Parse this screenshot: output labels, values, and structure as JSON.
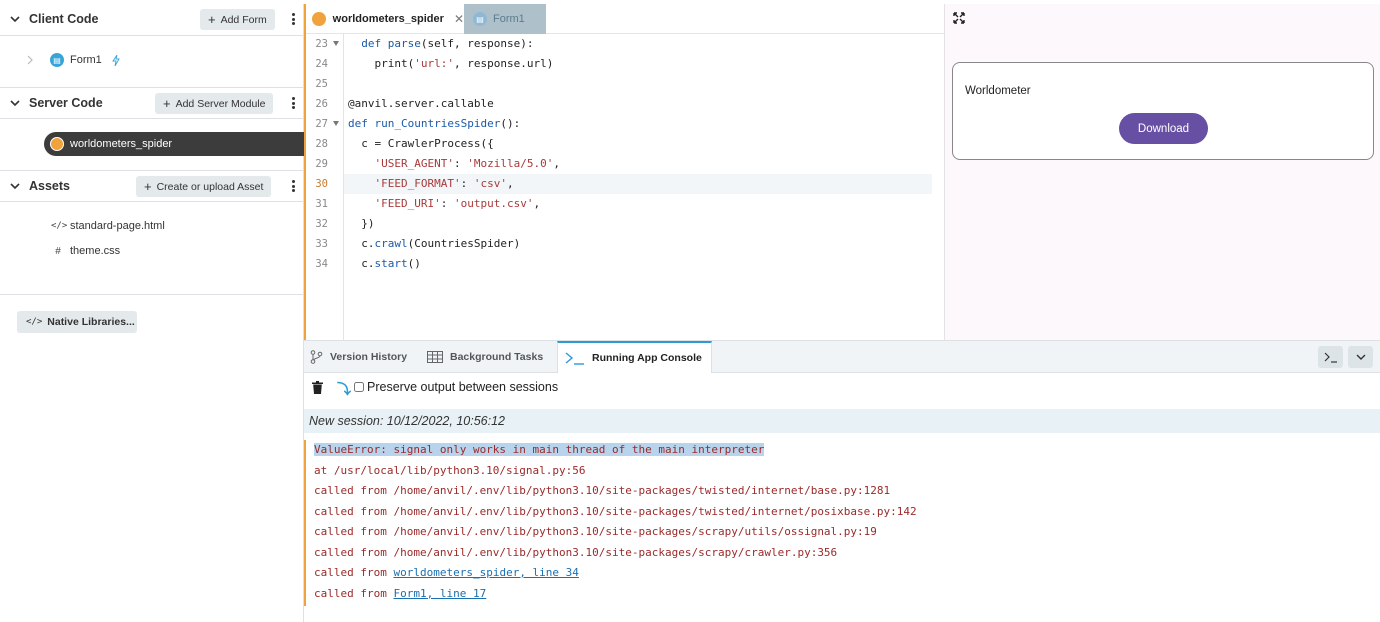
{
  "sidebar": {
    "client_code": {
      "title": "Client Code",
      "add_label": "Add Form",
      "items": [
        {
          "label": "Form1"
        }
      ]
    },
    "server_code": {
      "title": "Server Code",
      "add_label": "Add Server Module",
      "items": [
        {
          "label": "worldometers_spider"
        }
      ]
    },
    "assets": {
      "title": "Assets",
      "add_label": "Create or upload Asset",
      "items": [
        {
          "label": "standard-page.html",
          "icon": "code-icon"
        },
        {
          "label": "theme.css",
          "icon": "hash-icon"
        }
      ]
    },
    "native_label": "Native Libraries..."
  },
  "editor": {
    "tabs": [
      {
        "label": "worldometers_spider",
        "active": true
      },
      {
        "label": "Form1",
        "active": false
      }
    ],
    "lines": [
      {
        "n": "23",
        "text": "  def parse(self, response):"
      },
      {
        "n": "24",
        "text": "    print('url:', response.url)"
      },
      {
        "n": "25",
        "text": ""
      },
      {
        "n": "26",
        "text": "@anvil.server.callable"
      },
      {
        "n": "27",
        "text": "def run_CountriesSpider():"
      },
      {
        "n": "28",
        "text": "  c = CrawlerProcess({"
      },
      {
        "n": "29",
        "text": "    'USER_AGENT': 'Mozilla/5.0',"
      },
      {
        "n": "30",
        "text": "    'FEED_FORMAT': 'csv',"
      },
      {
        "n": "31",
        "text": "    'FEED_URI': 'output.csv',"
      },
      {
        "n": "32",
        "text": "  })"
      },
      {
        "n": "33",
        "text": "  c.crawl(CountriesSpider)"
      },
      {
        "n": "34",
        "text": "  c.start()"
      }
    ]
  },
  "preview": {
    "label": "Worldometer",
    "button": "Download",
    "button_color": "#6750a4"
  },
  "bottom": {
    "tabs": [
      {
        "label": "Version History",
        "icon": "branch-icon"
      },
      {
        "label": "Background Tasks",
        "icon": "table-icon"
      },
      {
        "label": "Running App Console",
        "icon": "terminal-icon",
        "active": true
      }
    ],
    "preserve_label": "Preserve output between sessions",
    "preserve_checked": false,
    "session": "New session: 10/12/2022, 10:56:12",
    "trace": [
      "ValueError: signal only works in main thread of the main interpreter",
      "at /usr/local/lib/python3.10/signal.py:56",
      "called from /home/anvil/.env/lib/python3.10/site-packages/twisted/internet/base.py:1281",
      "called from /home/anvil/.env/lib/python3.10/site-packages/twisted/internet/posixbase.py:142",
      "called from /home/anvil/.env/lib/python3.10/site-packages/scrapy/utils/ossignal.py:19",
      "called from /home/anvil/.env/lib/python3.10/site-packages/scrapy/crawler.py:356"
    ],
    "links": [
      {
        "prefix": "called from ",
        "link": "worldometers_spider, line 34"
      },
      {
        "prefix": "called from ",
        "link": "Form1, line 17"
      }
    ]
  }
}
